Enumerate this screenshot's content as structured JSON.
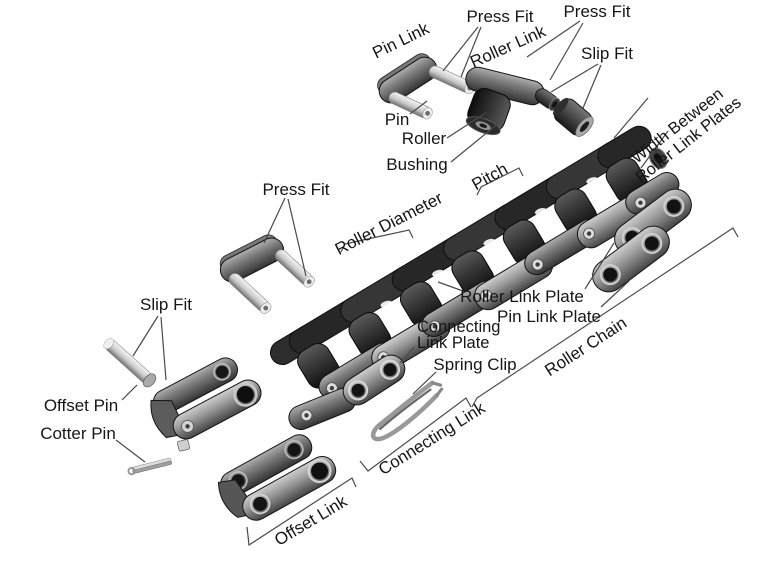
{
  "diagram": {
    "background_color": "#ffffff",
    "text_color": "#161616",
    "leader_line_color": "#4a4a4a",
    "labels": {
      "pin_link": "Pin Link",
      "press_fit_pin_link": "Press Fit",
      "press_fit_roller_link": "Press Fit",
      "roller_link": "Roller Link",
      "slip_fit_roller_link": "Slip Fit",
      "pin": "Pin",
      "roller": "Roller",
      "bushing": "Bushing",
      "width_between_line1": "Width Between",
      "width_between_line2": "Roller Link Plates",
      "pitch": "Pitch",
      "roller_diameter": "Roller Diameter",
      "press_fit_offset_link": "Press Fit",
      "slip_fit_offset_link": "Slip Fit",
      "offset_pin": "Offset Pin",
      "cotter_pin": "Cotter Pin",
      "roller_link_plate": "Roller Link Plate",
      "pin_link_plate": "Pin Link Plate",
      "connecting_link_plate_line1": "Connecting",
      "connecting_link_plate_line2": "Link Plate",
      "spring_clip": "Spring Clip",
      "roller_chain": "Roller Chain",
      "connecting_link": "Connecting Link",
      "offset_link": "Offset Link"
    }
  }
}
